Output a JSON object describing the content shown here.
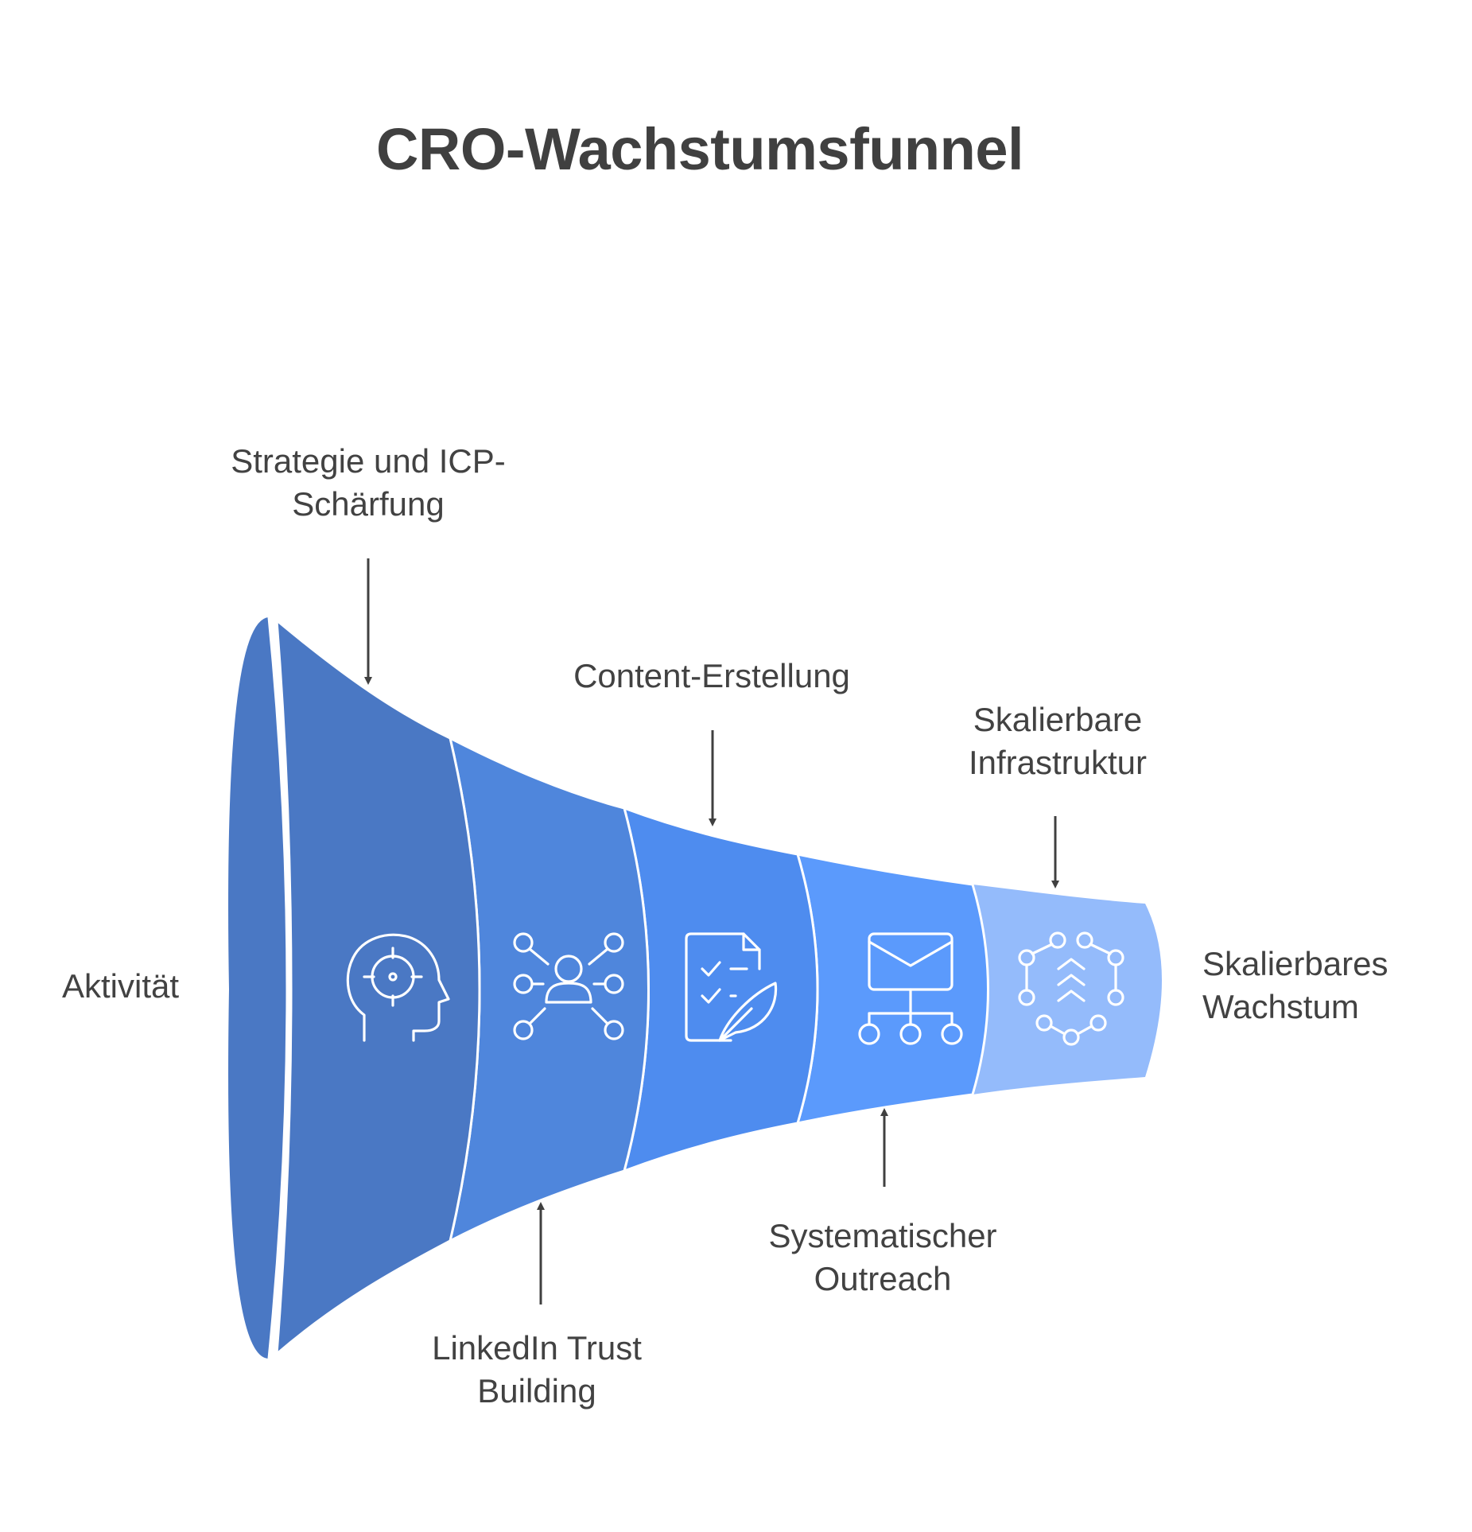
{
  "title": "CRO-Wachstumsfunnel",
  "axis_label": "Aktivität",
  "stages": [
    {
      "label": "Strategie und ICP-\nSchärfung",
      "icon": "target-head-icon",
      "color": "#4a78c4"
    },
    {
      "label": "LinkedIn Trust\nBuilding",
      "icon": "network-person-icon",
      "color": "#4f86dc"
    },
    {
      "label": "Content-Erstellung",
      "icon": "document-quill-icon",
      "color": "#4e8cef"
    },
    {
      "label": "Systematischer\nOutreach",
      "icon": "mail-distribution-icon",
      "color": "#5b9afc"
    },
    {
      "label": "Skalierbare\nInfrastruktur",
      "icon": "hexagon-growth-icon",
      "color": "#94bbfb"
    }
  ],
  "outcome_label": "Skalierbares\nWachstum",
  "colors": {
    "funnel_rim": "#4a78c4",
    "arrow": "#404040",
    "title": "#404040"
  }
}
